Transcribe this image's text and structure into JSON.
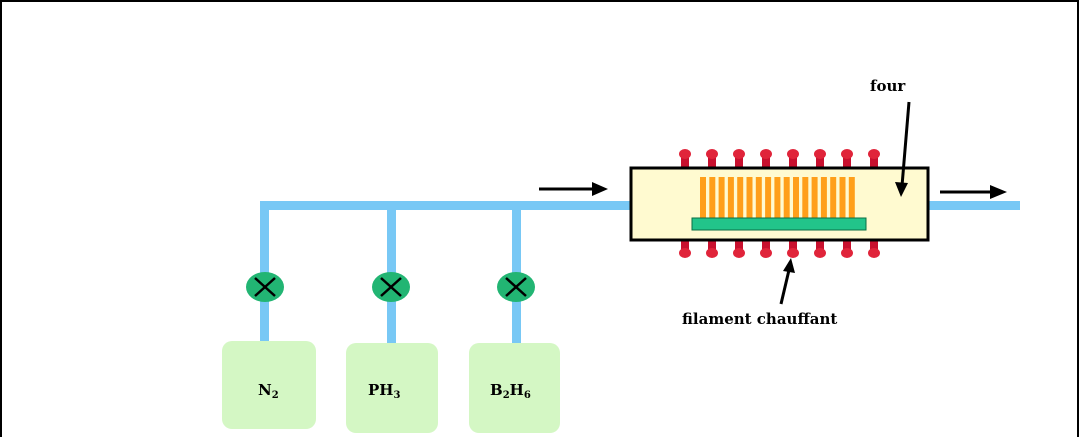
{
  "diagram": {
    "labels": {
      "furnace": "four",
      "heating_filament": "filament chauffant"
    },
    "bottles": [
      {
        "main": "N",
        "sub": "2"
      },
      {
        "main": "PH",
        "sub": "3"
      },
      {
        "main": "B",
        "sub": "2",
        "main2": "H",
        "sub2": "6"
      }
    ],
    "colors": {
      "pipe": "#78c8f5",
      "valve": "#22b573",
      "bottle": "#d4f7c4",
      "furnace_fill": "#fffad0",
      "filament": "#ff9f1a",
      "substrate": "#22c48a",
      "heater_dot": "#c8102e"
    }
  }
}
